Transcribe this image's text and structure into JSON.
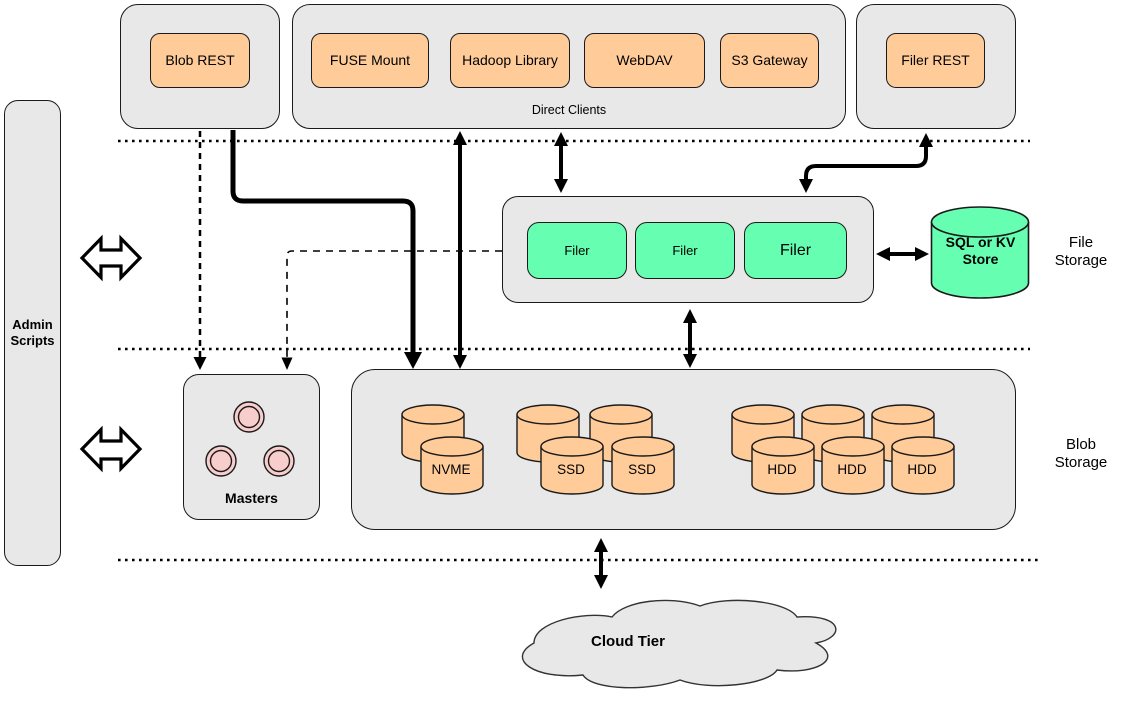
{
  "admin": {
    "label": "Admin\nScripts"
  },
  "top": {
    "blob_rest": {
      "label": "Blob REST"
    },
    "clients": {
      "caption": "Direct Clients",
      "items": [
        {
          "label": "FUSE Mount"
        },
        {
          "label": "Hadoop Library"
        },
        {
          "label": "WebDAV"
        },
        {
          "label": "S3 Gateway"
        }
      ]
    },
    "filer_rest": {
      "label": "Filer REST"
    }
  },
  "file_tier": {
    "filers": [
      {
        "label": "Filer"
      },
      {
        "label": "Filer"
      },
      {
        "label": "Filer"
      }
    ],
    "store_label": "SQL or KV\nStore",
    "section_label": "File\nStorage"
  },
  "masters": {
    "label": "Masters"
  },
  "blob_tier": {
    "section_label": "Blob\nStorage",
    "cylinders": [
      {
        "label": "NVME"
      },
      {
        "label": "SSD"
      },
      {
        "label": "SSD"
      },
      {
        "label": "HDD"
      },
      {
        "label": "HDD"
      },
      {
        "label": "HDD"
      }
    ]
  },
  "cloud": {
    "label": "Cloud Tier"
  },
  "colors": {
    "container_gray": "#e8e8e8",
    "box_orange": "#ffcc99",
    "filer_green": "#66ffb2",
    "store_green": "#66ffb2",
    "masters_pink": "#f8cecc",
    "cloud_gray": "#e8e8e8",
    "line_black": "#000000"
  }
}
